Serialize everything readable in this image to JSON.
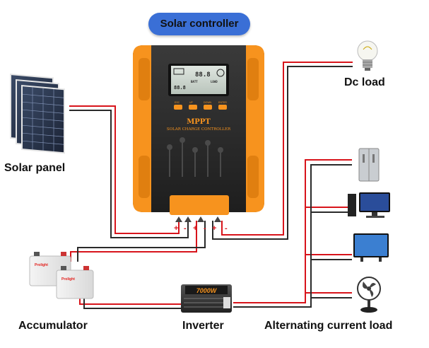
{
  "title": "Solar controller",
  "labels": {
    "dc_load": "Dc load",
    "solar_panel": "Solar panel",
    "accumulator": "Accumulator",
    "inverter": "Inverter",
    "ac_load": "Alternating current load"
  },
  "controller": {
    "brand": "MPPT",
    "subtitle": "SOLAR CHARGE CONTROLLER",
    "screen_main": "88.8",
    "screen_batt_label": "BATT",
    "screen_load_label": "LOAD",
    "screen_v": "88.8",
    "buttons": [
      "ESC",
      "UP",
      "DOWN",
      "ENTER"
    ]
  },
  "battery": {
    "brand": "Prolight"
  },
  "inverter_device": {
    "rating": "7000W"
  },
  "terminals": {
    "pv": [
      "+",
      "-"
    ],
    "battery": [
      "+",
      "-"
    ],
    "load": [
      "+",
      "-"
    ]
  },
  "colors": {
    "wire_positive": "#d8141b",
    "wire_negative": "#2a2a2a",
    "controller_orange": "#f7931e",
    "controller_body": "#2b2b2b",
    "title_pill": "#3a6fd6"
  },
  "icons": [
    "solar-panel-icon",
    "light-bulb-icon",
    "refrigerator-icon",
    "desktop-computer-icon",
    "television-icon",
    "fan-icon",
    "battery-icon",
    "inverter-icon"
  ]
}
